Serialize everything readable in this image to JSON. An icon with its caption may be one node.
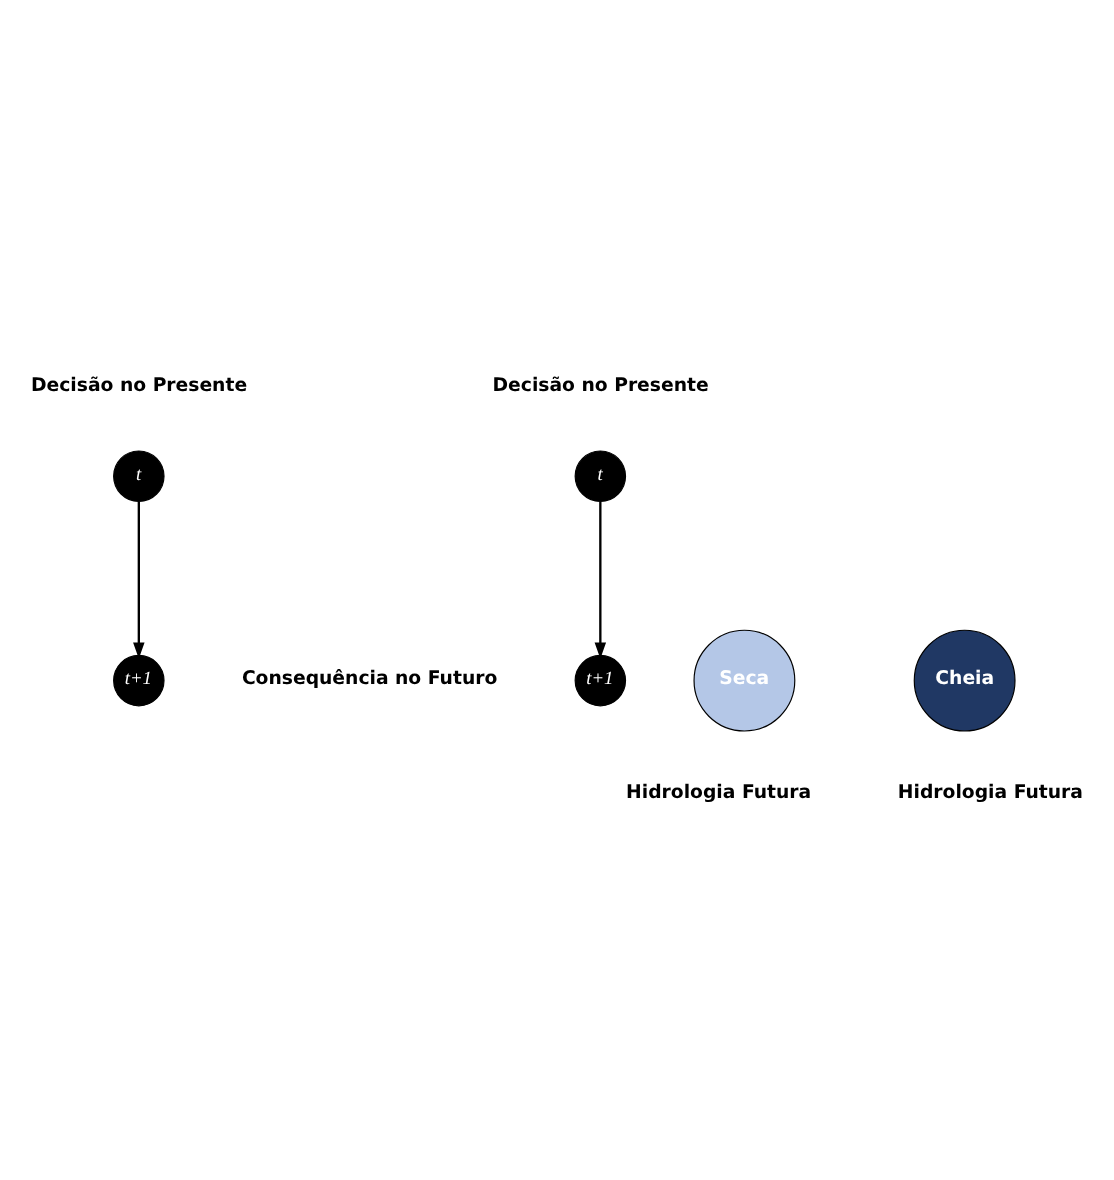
{
  "diagram": {
    "nodes": [
      {
        "text": [
          "t"
        ],
        "beside": [
          "Decisão no Presente"
        ]
      },
      {
        "text": [
          "t+1"
        ]
      },
      {
        "text": [
          "Cheia"
        ],
        "beside": [
          "Hidrologia Futura"
        ]
      },
      {
        "text": [
          "t"
        ],
        "beside": [
          "Decisão no Presente"
        ]
      },
      {
        "text": [
          "t+1"
        ]
      },
      {
        "text": [
          "Seca"
        ],
        "beside": [
          "Hidrologia Futura"
        ]
      }
    ],
    "edges": [
      {
        "from": 0,
        "to": 1,
        "arrow": "to"
      },
      {
        "from": 3,
        "to": 4,
        "arrow": "to"
      }
    ],
    "labels": [
      "Consequência no Futuro"
    ]
  }
}
